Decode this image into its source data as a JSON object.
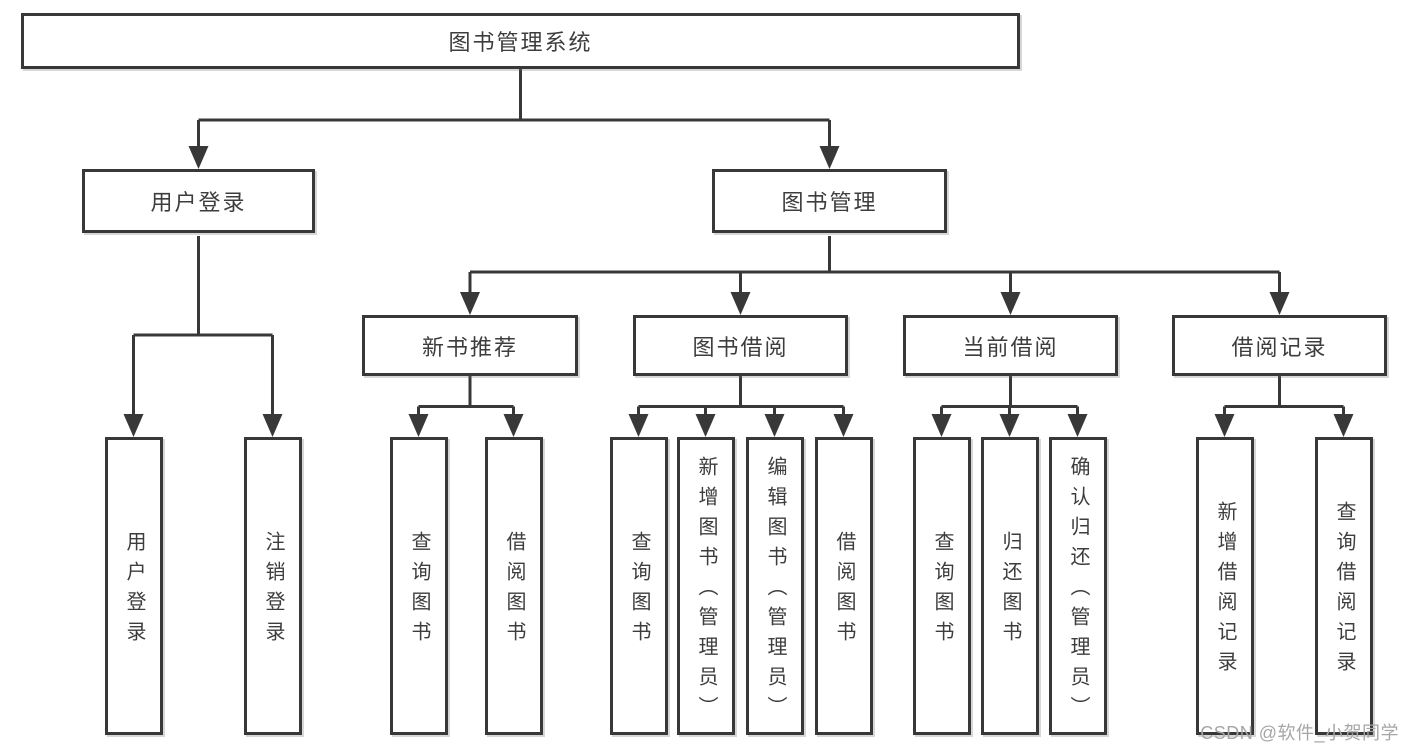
{
  "colors": {
    "background": "#ffffff",
    "line": "#383838",
    "box_border": "#383838",
    "box_fill": "#ffffff",
    "text": "#3d3d3d",
    "watermark": "#a6a6a6"
  },
  "diagram": {
    "root": {
      "label": "图书管理系统"
    },
    "level2": [
      {
        "label": "用户登录",
        "leaves": [
          {
            "label": "用户登录"
          },
          {
            "label": "注销登录"
          }
        ]
      },
      {
        "label": "图书管理",
        "modules": [
          {
            "label": "新书推荐",
            "leaves": [
              {
                "label": "查询图书"
              },
              {
                "label": "借阅图书"
              }
            ]
          },
          {
            "label": "图书借阅",
            "leaves": [
              {
                "label": "查询图书"
              },
              {
                "label": "新增图书（管理员）"
              },
              {
                "label": "编辑图书（管理员）"
              },
              {
                "label": "借阅图书"
              }
            ]
          },
          {
            "label": "当前借阅",
            "leaves": [
              {
                "label": "查询图书"
              },
              {
                "label": "归还图书"
              },
              {
                "label": "确认归还（管理员）"
              }
            ]
          },
          {
            "label": "借阅记录",
            "leaves": [
              {
                "label": "新增借阅记录"
              },
              {
                "label": "查询借阅记录"
              }
            ]
          }
        ]
      }
    ],
    "watermark": "CSDN @软件_小贺同学"
  }
}
